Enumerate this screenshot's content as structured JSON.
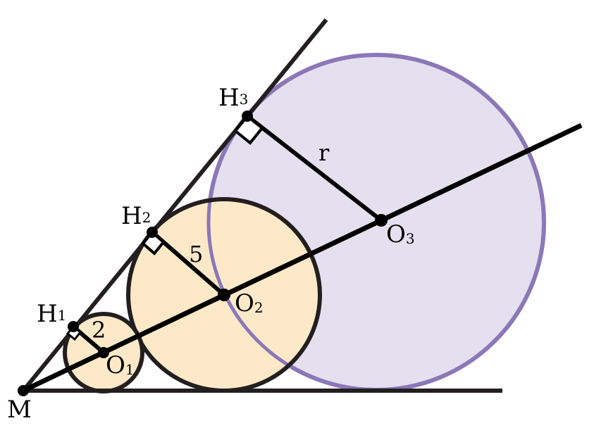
{
  "colors": {
    "stroke": "#231f20",
    "small_fill": "#fde9c8",
    "large_fill": "#e4e0ef",
    "large_stroke": "#8a78b8",
    "point": "#000000"
  },
  "labels": {
    "M": "M",
    "H1": {
      "base": "H",
      "sub": "1"
    },
    "H2": {
      "base": "H",
      "sub": "2"
    },
    "H3": {
      "base": "H",
      "sub": "3"
    },
    "O1": {
      "base": "O",
      "sub": "1"
    },
    "O2": {
      "base": "O",
      "sub": "2"
    },
    "O3": {
      "base": "O",
      "sub": "3"
    },
    "r1": "2",
    "r2": "5",
    "r3": "r"
  }
}
